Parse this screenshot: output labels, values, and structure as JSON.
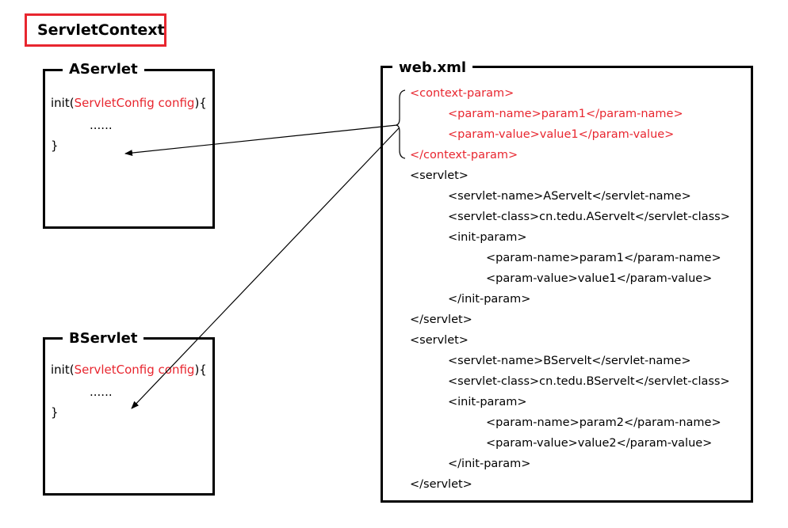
{
  "title": "ServletContext",
  "servlets": [
    {
      "name": "AServlet",
      "code": {
        "line1_a": "init(",
        "line1_b": "ServletConfig config",
        "line1_c": "){",
        "line2": "......",
        "line3": "}"
      }
    },
    {
      "name": "BServlet",
      "code": {
        "line1_a": "init(",
        "line1_b": "ServletConfig config",
        "line1_c": "){",
        "line2": "......",
        "line3": "}"
      }
    }
  ],
  "webxml": {
    "title": "web.xml",
    "lines": [
      {
        "indent": 0,
        "text": "<context-param>",
        "color": "red"
      },
      {
        "indent": 1,
        "text": "<param-name>param1</param-name>",
        "color": "red"
      },
      {
        "indent": 1,
        "text": "<param-value>value1</param-value>",
        "color": "red"
      },
      {
        "indent": 0,
        "text": "</context-param>",
        "color": "red"
      },
      {
        "indent": 0,
        "text": "<servlet>",
        "color": "black"
      },
      {
        "indent": 1,
        "text": "<servlet-name>AServelt</servlet-name>",
        "color": "black"
      },
      {
        "indent": 1,
        "text": "<servlet-class>cn.tedu.AServelt</servlet-class>",
        "color": "black"
      },
      {
        "indent": 1,
        "text": "<init-param>",
        "color": "black"
      },
      {
        "indent": 2,
        "text": "<param-name>param1</param-name>",
        "color": "black"
      },
      {
        "indent": 2,
        "text": "<param-value>value1</param-value>",
        "color": "black"
      },
      {
        "indent": 1,
        "text": "</init-param>",
        "color": "black"
      },
      {
        "indent": 0,
        "text": "</servlet>",
        "color": "black"
      },
      {
        "indent": 0,
        "text": "<servlet>",
        "color": "black"
      },
      {
        "indent": 1,
        "text": "<servlet-name>BServelt</servlet-name>",
        "color": "black"
      },
      {
        "indent": 1,
        "text": "<servlet-class>cn.tedu.BServelt</servlet-class>",
        "color": "black"
      },
      {
        "indent": 1,
        "text": "<init-param>",
        "color": "black"
      },
      {
        "indent": 2,
        "text": "<param-name>param2</param-name>",
        "color": "black"
      },
      {
        "indent": 2,
        "text": "<param-value>value2</param-value>",
        "color": "black"
      },
      {
        "indent": 1,
        "text": "</init-param>",
        "color": "black"
      },
      {
        "indent": 0,
        "text": "</servlet>",
        "color": "black"
      }
    ]
  },
  "colors": {
    "highlight": "#e8262f",
    "text": "#000000"
  }
}
